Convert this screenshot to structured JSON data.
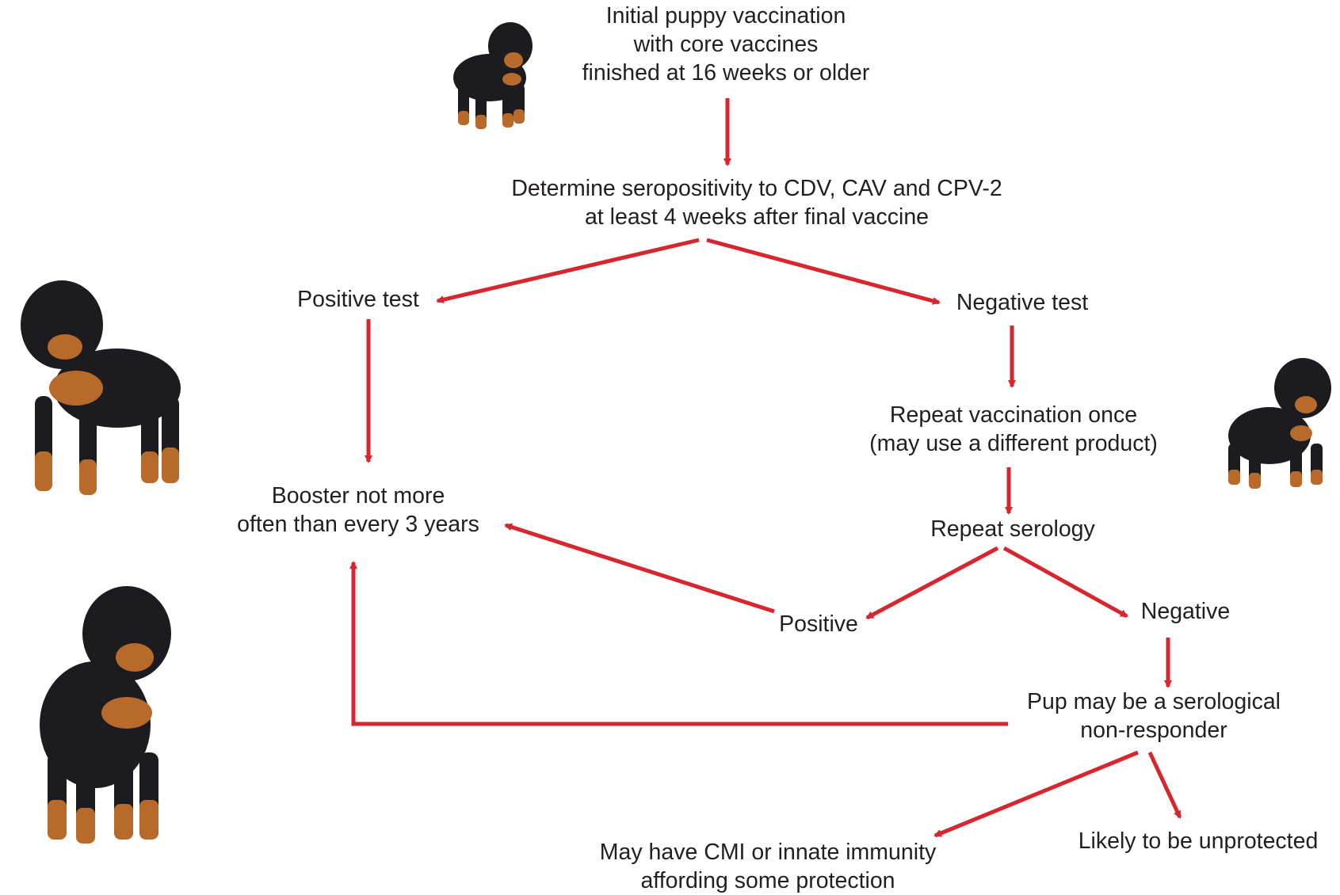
{
  "colors": {
    "arrow": "#d7262e",
    "text": "#231f20",
    "dog_body": "#1c1b20",
    "dog_tan": "#b86a2a"
  },
  "nodes": {
    "initial": [
      "Initial puppy vaccination",
      "with core vaccines",
      "finished at 16 weeks or older"
    ],
    "determine": [
      "Determine seropositivity to CDV, CAV and CPV-2",
      "at least 4 weeks after final vaccine"
    ],
    "positive_test": [
      "Positive test"
    ],
    "negative_test": [
      "Negative test"
    ],
    "repeat_vaccination": [
      "Repeat vaccination once",
      "(may use a different product)"
    ],
    "booster": [
      "Booster not more",
      "often than every 3 years"
    ],
    "repeat_serology": [
      "Repeat serology"
    ],
    "positive": [
      "Positive"
    ],
    "negative": [
      "Negative"
    ],
    "non_responder": [
      "Pup may be a serological",
      "non-responder"
    ],
    "cmi": [
      "May have CMI or innate immunity",
      "affording some protection"
    ],
    "unprotected": [
      "Likely to be unprotected"
    ]
  }
}
